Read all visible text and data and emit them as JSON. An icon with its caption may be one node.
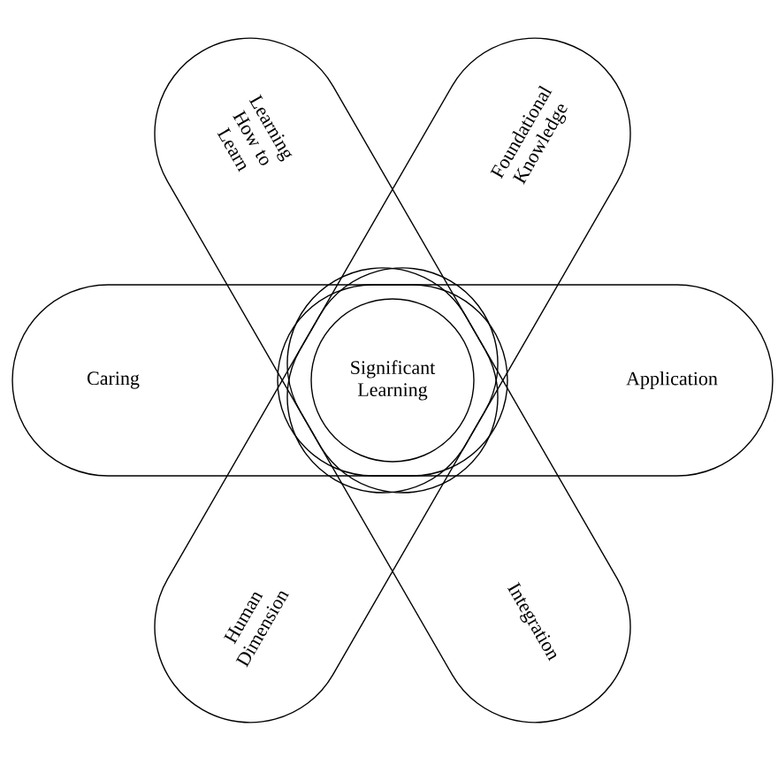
{
  "diagram": {
    "nodes": [
      {
        "text": [
          "Learning How to Learn"
        ]
      },
      {
        "text": [
          "Foundational Knowledge"
        ]
      },
      {
        "text": [
          "Caring"
        ]
      },
      {
        "text": [
          "Significant Learning"
        ]
      },
      {
        "text": [
          "Application"
        ]
      },
      {
        "text": [
          "Human Dimension"
        ]
      },
      {
        "text": [
          "Integration"
        ]
      }
    ]
  }
}
